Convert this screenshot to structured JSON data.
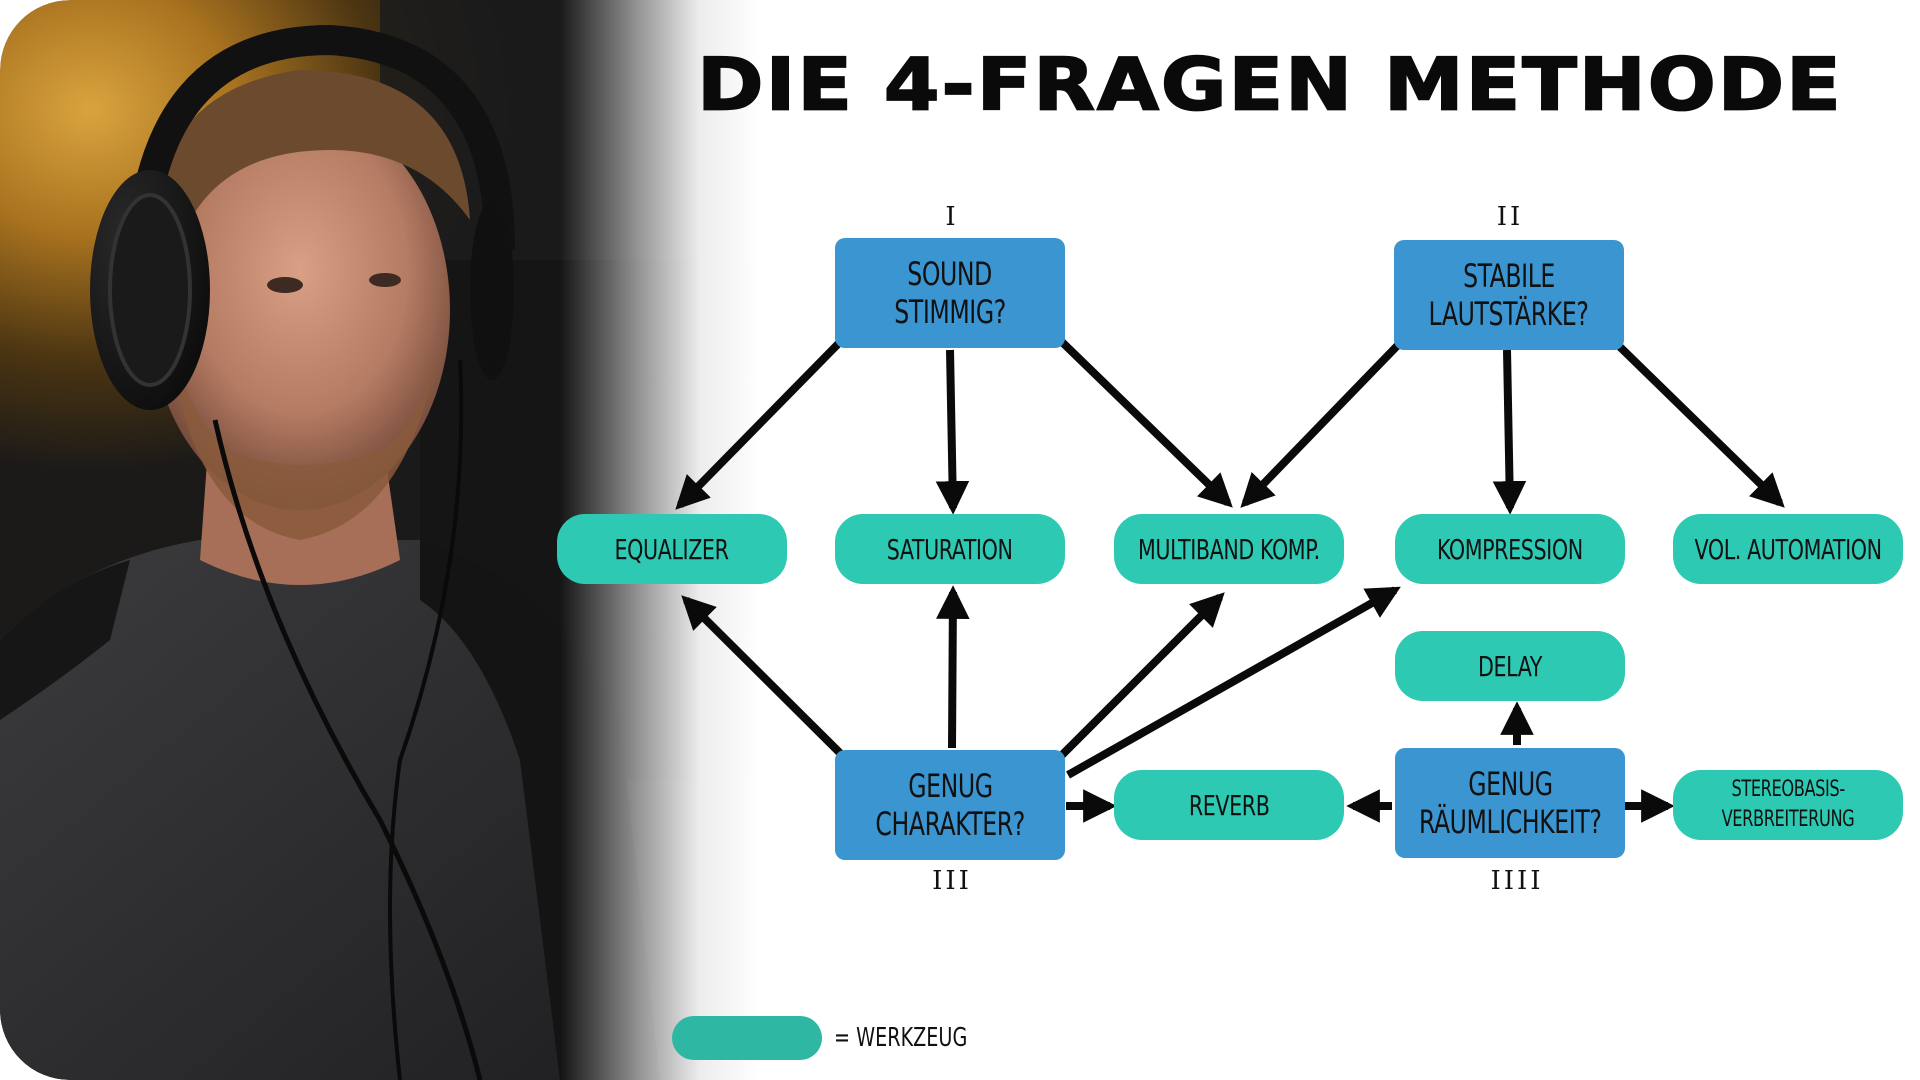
{
  "title": "DIE 4-FRAGEN METHODE",
  "questions": {
    "q1": {
      "numeral": "I",
      "line1": "SOUND",
      "line2": "STIMMIG?"
    },
    "q2": {
      "numeral": "II",
      "line1": "STABILE",
      "line2": "LAUTSTÄRKE?"
    },
    "q3": {
      "numeral": "III",
      "line1": "GENUG",
      "line2": "CHARAKTER?"
    },
    "q4": {
      "numeral": "IIII",
      "line1": "GENUG",
      "line2": "RÄUMLICHKEIT?"
    }
  },
  "tools": {
    "equalizer": "EQUALIZER",
    "saturation": "SATURATION",
    "multiband": "MULTIBAND KOMP.",
    "kompression": "KOMPRESSION",
    "vol_automation": "VOL. AUTOMATION",
    "delay": "DELAY",
    "reverb": "REVERB",
    "stereo_line1": "STEREOBASIS-",
    "stereo_line2": "VERBREITERUNG"
  },
  "legend": {
    "label": "= WERKZEUG"
  },
  "colors": {
    "question_box": "#3a95d0",
    "tool_box": "#2ec9b3",
    "arrow": "#0a0a0a",
    "title": "#0a0a0a"
  }
}
